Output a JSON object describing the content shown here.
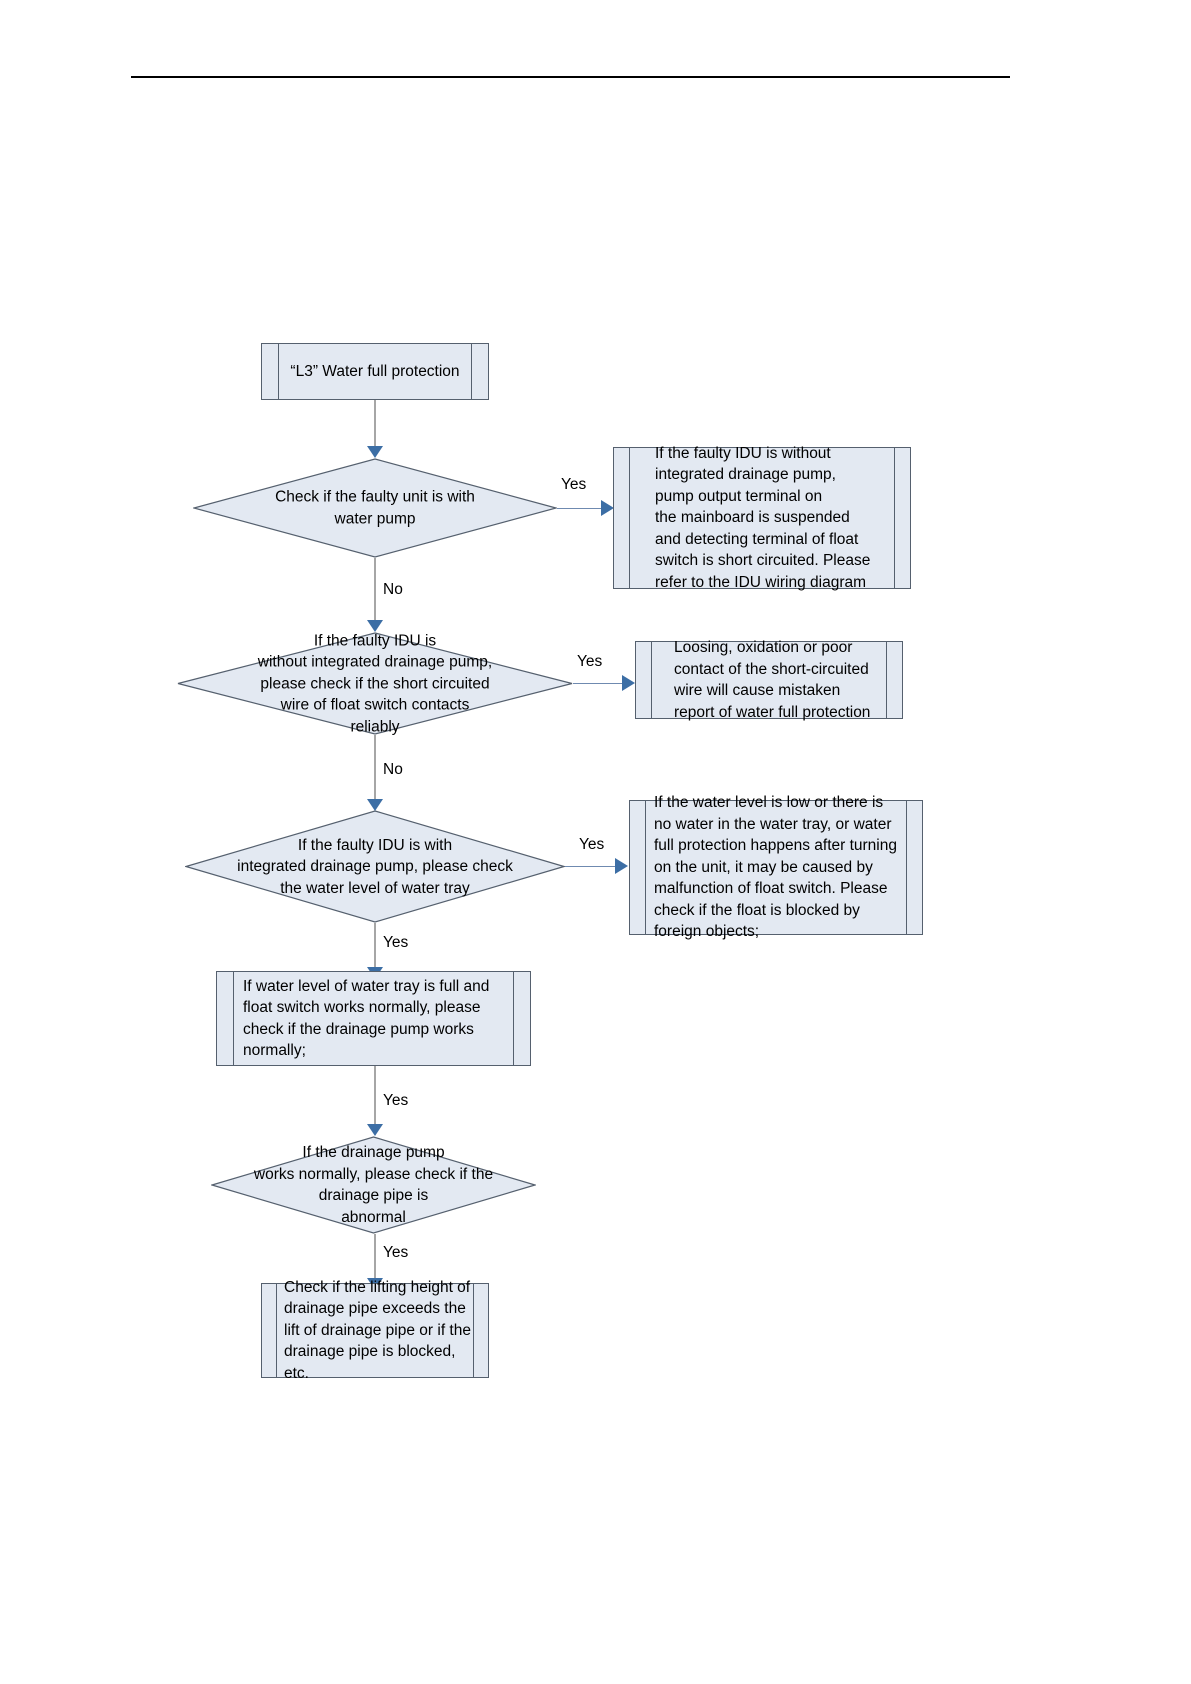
{
  "document": {
    "title": "\"L3\" Water full protection troubleshooting flowchart",
    "shape_fill": "#e3e9f2",
    "shape_stroke": "#55606e",
    "arrow_color": "#3c6ea5",
    "connector_color": "#a6a6a6"
  },
  "flow": {
    "start": {
      "label": "“L3” Water full protection"
    },
    "decisions": [
      {
        "id": "d1",
        "text": "Check if the faulty unit is with\nwater pump",
        "yes_label": "Yes",
        "no_label": "No"
      },
      {
        "id": "d2",
        "text": "If the faulty IDU is\nwithout integrated drainage pump,\nplease check if the short circuited\nwire of float switch contacts\nreliably",
        "yes_label": "Yes",
        "no_label": "No"
      },
      {
        "id": "d3",
        "text": "If the faulty IDU is with\nintegrated drainage pump, please check\nthe water level of water tray",
        "yes_label": "Yes",
        "down_label": "Yes"
      },
      {
        "id": "d4",
        "text": "If the drainage pump\nworks normally, please check if the\ndrainage pipe is\nabnormal",
        "down_label": "Yes"
      }
    ],
    "notes": [
      {
        "id": "n1",
        "text": "If the faulty IDU is without\nintegrated drainage pump,\npump output terminal on\nthe mainboard is suspended\nand detecting terminal of float\nswitch is short circuited. Please\nrefer to the IDU wiring diagram"
      },
      {
        "id": "n2",
        "text": "Loosing, oxidation or poor\ncontact of the short-circuited\nwire will cause mistaken\nreport of water full protection"
      },
      {
        "id": "n3",
        "text": "If the water level is low or there is\nno water in the water tray, or water\nfull protection happens after turning\non the unit, it may be caused by\nmalfunction of float switch. Please\ncheck if the float is blocked by\nforeign objects;"
      }
    ],
    "processes": [
      {
        "id": "p1",
        "text": "If water level of water tray is full and\nfloat switch works normally, please\ncheck if the drainage pump works\nnormally;"
      },
      {
        "id": "p2",
        "text": "Check if the lifting height of\ndrainage pipe exceeds the\nlift of drainage pipe or if the\ndrainage pipe is blocked, etc."
      }
    ],
    "edge_labels": {
      "yes1": "Yes",
      "no1": "No",
      "yes2": "Yes",
      "no2": "No",
      "yes3": "Yes",
      "yes3_down": "Yes",
      "yes4": "Yes",
      "yes5": "Yes"
    }
  }
}
